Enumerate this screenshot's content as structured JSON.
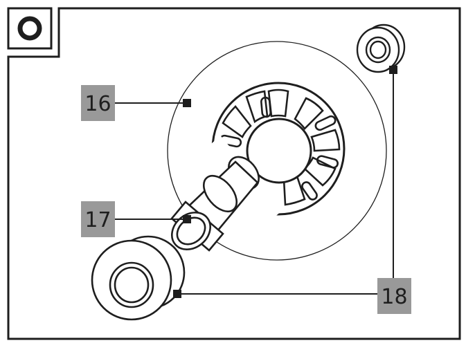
{
  "step_badge": {
    "icon": "circle-o-icon"
  },
  "callouts": [
    {
      "id": "16",
      "text": "16",
      "part": "wheel"
    },
    {
      "id": "17",
      "text": "17",
      "part": "axle-spacer"
    },
    {
      "id": "18",
      "text": "18",
      "part": "bearings"
    }
  ],
  "colors": {
    "stroke": "#1e1e1e",
    "label_bg": "#999999",
    "label_text": "#1e1e1e",
    "background": "#ffffff"
  }
}
